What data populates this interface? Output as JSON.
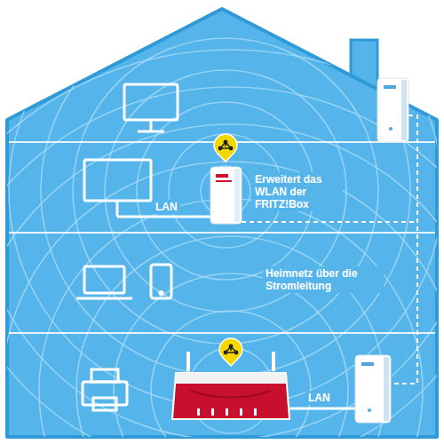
{
  "diagram": {
    "labels": [
      "Erweitert das WLAN der FRITZ!Box",
      "Heimnetz über die Stromleitung",
      "LAN",
      "LAN"
    ]
  }
}
